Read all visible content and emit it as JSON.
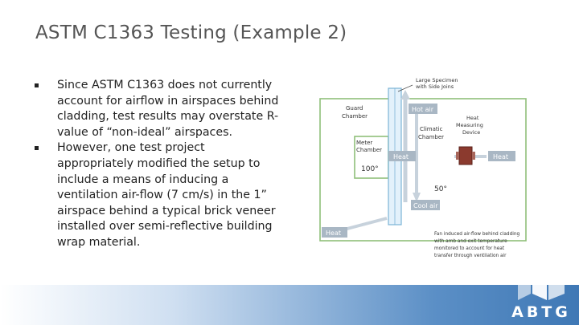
{
  "slide": {
    "title": "ASTM C1363 Testing (Example 2)",
    "bullets": [
      "Since ASTM C1363 does not currently account for airflow in airspaces behind cladding, test results may overstate R-value of “non-ideal” airspaces.",
      "However, one test project appropriately modified the setup to include a means of inducing a ventilation air-flow (7 cm/s) in the 1” airspace behind a typical brick veneer installed over semi-reflective building wrap material."
    ]
  },
  "diagram": {
    "specimen_label_1": "Large Specimen",
    "specimen_label_2": "with Side Joins",
    "guard_chamber_1": "Guard",
    "guard_chamber_2": "Chamber",
    "meter_chamber_1": "Meter",
    "meter_chamber_2": "Chamber",
    "meter_temp": "100°",
    "climatic_chamber_1": "Climatic",
    "climatic_chamber_2": "Chamber",
    "hmd_1": "Heat",
    "hmd_2": "Measuring",
    "hmd_3": "Device",
    "climatic_temp": "50°",
    "hot_air": "Hot air",
    "cool_air": "Cool air",
    "heat_center": "Heat",
    "heat_right": "Heat",
    "heat_bottom": "Heat",
    "note_1": "Fan induced air-flow behind cladding",
    "note_2": "with amb and exit temperature",
    "note_3": "monitored to account for heat",
    "note_4": "transfer through ventilation air",
    "colors": {
      "frame": "#8fc07a",
      "specimen_fill": "#e3f1fb",
      "specimen_stroke": "#7bb3d6",
      "badge": "#a9b7c4",
      "arrow": "#c7d2dc",
      "device": "#8b3a2e"
    }
  },
  "branding": {
    "logo_text": "ABTG",
    "colors": {
      "logo": "#ffffff",
      "band_dark": "#3f78b5"
    }
  }
}
